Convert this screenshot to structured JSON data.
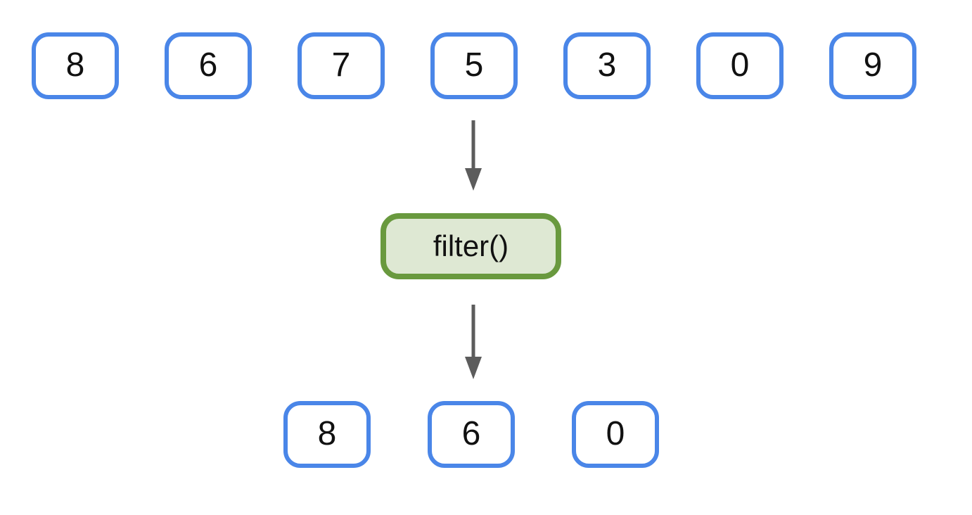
{
  "diagram": {
    "title_hint": "array filter transformation diagram",
    "input_row": [
      "8",
      "6",
      "7",
      "5",
      "3",
      "0",
      "9"
    ],
    "transform_label": "filter()",
    "output_row": [
      "8",
      "6",
      "0"
    ]
  },
  "icons": [
    {
      "name": "arrow-down-icon",
      "glyph": "↓",
      "count": 2
    }
  ],
  "colors": {
    "box_border_blue": "#4a86e8",
    "box_fill_white": "#ffffff",
    "filter_border_green": "#69993e",
    "filter_fill_green": "#dee8d3",
    "arrow_gray": "#5c5c5c",
    "text_black": "#111111",
    "background": "#ffffff"
  }
}
